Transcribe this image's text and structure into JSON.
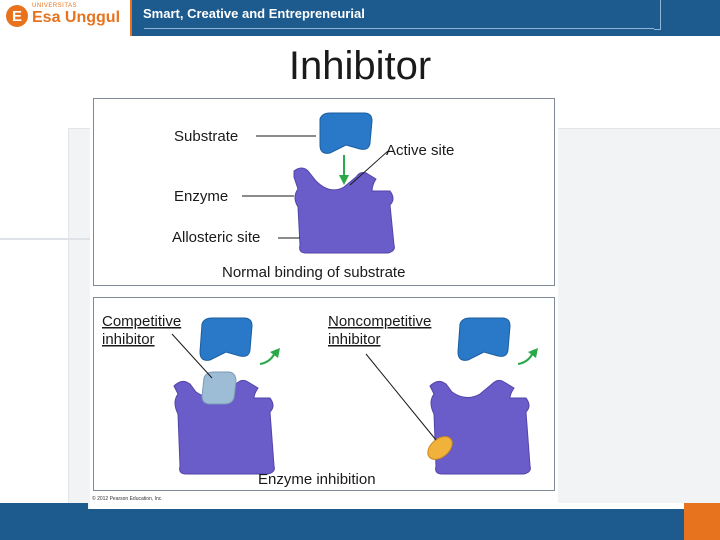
{
  "header": {
    "logo_small": "UNIVERSITAS",
    "logo_text": "Esa Unggul",
    "tagline": "Smart, Creative and Entrepreneurial"
  },
  "slide": {
    "title": "Inhibitor"
  },
  "figure": {
    "top": {
      "substrate": "Substrate",
      "active_site": "Active site",
      "enzyme": "Enzyme",
      "allosteric_site": "Allosteric site",
      "caption": "Normal binding of substrate"
    },
    "bottom": {
      "competitive_1": "Competitive",
      "competitive_2": "inhibitor",
      "noncompetitive_1": "Noncompetitive",
      "noncompetitive_2": "inhibitor",
      "caption": "Enzyme inhibition"
    },
    "copyright": "© 2012 Pearson Education, Inc."
  },
  "colors": {
    "brand_blue": "#1d5a8e",
    "brand_orange": "#e8731f",
    "enzyme": "#6a5cc9",
    "substrate": "#2a79c8",
    "competitive_inhibitor": "#9dbcd6",
    "noncompetitive_inhibitor": "#f0b23a",
    "arrow": "#2aa84a"
  }
}
